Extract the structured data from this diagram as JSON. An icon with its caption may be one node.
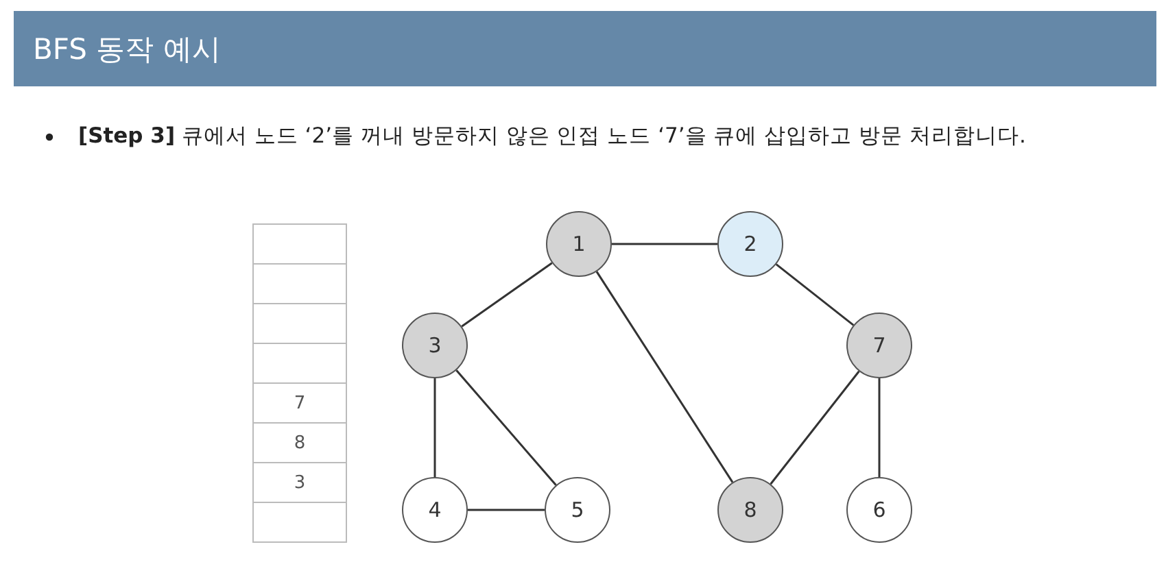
{
  "diagram": {
    "title": "BFS 동작 예시",
    "nodes": [
      {
        "text": [],
        "shape": "box"
      },
      {
        "text": [],
        "shape": "box"
      },
      {
        "text": [],
        "shape": "box"
      },
      {
        "text": [],
        "shape": "box"
      },
      {
        "text": [
          "7"
        ]
      },
      {
        "text": [
          "8"
        ]
      },
      {
        "text": [
          "3"
        ]
      },
      {
        "text": [],
        "shape": "box"
      },
      {
        "text": [
          "1"
        ]
      },
      {
        "text": [
          "2"
        ]
      },
      {
        "text": [
          "3"
        ]
      },
      {
        "text": [
          "7"
        ]
      },
      {
        "text": [
          "4"
        ]
      },
      {
        "text": [
          "5"
        ]
      },
      {
        "text": [
          "8"
        ]
      },
      {
        "text": [
          "6"
        ]
      }
    ],
    "edges": [
      {
        "from": 8,
        "to": 9,
        "arrow": "none"
      },
      {
        "from": 8,
        "to": 10,
        "arrow": "none"
      },
      {
        "from": 8,
        "to": 14,
        "arrow": "none"
      },
      {
        "from": 9,
        "to": 11,
        "arrow": "none"
      },
      {
        "from": 10,
        "to": 12,
        "arrow": "none"
      },
      {
        "from": 10,
        "to": 13,
        "arrow": "none"
      },
      {
        "from": 12,
        "to": 13,
        "arrow": "none"
      },
      {
        "from": 11,
        "to": 14,
        "arrow": "none"
      },
      {
        "from": 11,
        "to": 15,
        "arrow": "none"
      }
    ],
    "labels": [
      "**[Step 3]** 큐에서 노드 ‘2’를 꺼내 방문하지 않은 인접 노드 ‘7’을 큐에 삽입하고 방문 처리합니다."
    ]
  }
}
